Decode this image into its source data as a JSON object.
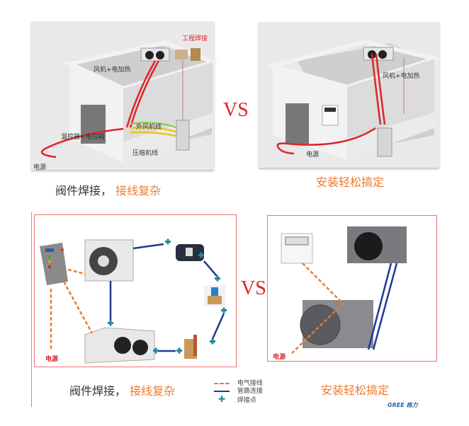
{
  "top_left": {
    "labels": {
      "engineering_welding": "工程焊接",
      "fan_heater": "风机+电加热",
      "outdoor_fan_line": "外风机线",
      "thermostat_box": "温控器+电控箱",
      "compressor_line": "压缩机线",
      "power": "电源"
    },
    "caption_main": "阀件焊接，",
    "caption_highlight": "接线复杂"
  },
  "top_right": {
    "labels": {
      "fan_heater": "风机+电加热",
      "power": "电源"
    },
    "caption": "安装轻松搞定"
  },
  "vs_top": "VS",
  "vs_bottom": "VS",
  "bottom_left": {
    "labels": {
      "power": "电源"
    },
    "caption_main": "阀件焊接，",
    "caption_highlight": "接线复杂"
  },
  "legend": {
    "electrical": "电气接线",
    "piping": "管路连接",
    "weld_point": "焊接点"
  },
  "bottom_right": {
    "labels": {
      "power": "电源"
    },
    "caption": "安装轻松搞定"
  },
  "brand_logo": "GREE 格力",
  "colors": {
    "accent_red": "#e0232a",
    "accent_orange": "#f07a2a",
    "pipe_blue": "#1f3a93",
    "weld_teal": "#1f8a9a"
  }
}
